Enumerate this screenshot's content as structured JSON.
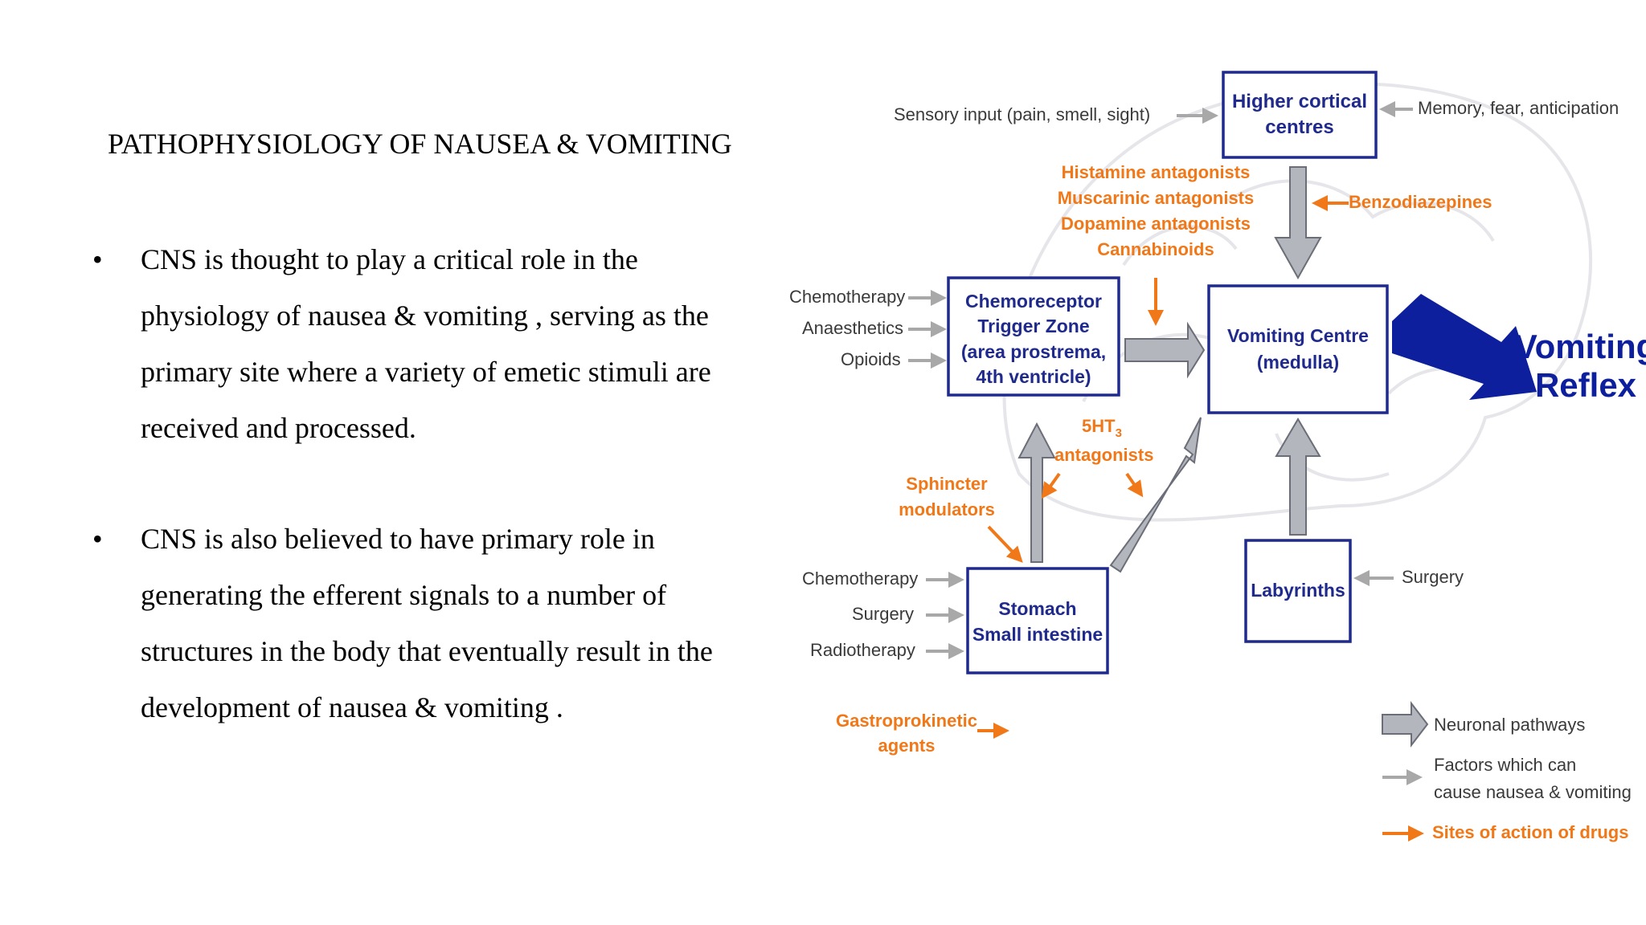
{
  "slide": {
    "title": "PATHOPHYSIOLOGY OF NAUSEA & VOMITING",
    "bullets": [
      {
        "marker": "•",
        "text": "CNS is thought to play a critical role in the physiology of nausea & vomiting , serving as the primary site where a variety of emetic stimuli are received and processed."
      },
      {
        "marker": "•",
        "text": "CNS is also believed to have primary role in generating the efferent signals to a number of structures in the body that eventually result in the development of nausea & vomiting ."
      }
    ]
  },
  "diagram": {
    "colors": {
      "box_border": "#1f2a8c",
      "box_text": "#1f2a8c",
      "drug_sites": "#f07818",
      "neuronal_arrow": "#b4b6bd",
      "factor_text": "#3a3a3a"
    },
    "boxes": {
      "higher_cortical": [
        "Higher cortical",
        "centres"
      ],
      "ctz": [
        "Chemoreceptor",
        "Trigger Zone",
        "(area prostrema,",
        "4th ventricle)"
      ],
      "vomiting_centre": [
        "Vomiting Centre",
        "(medulla)"
      ],
      "stomach": [
        "Stomach",
        "Small intestine"
      ],
      "labyrinths": [
        "Labyrinths"
      ]
    },
    "reflex": [
      "Vomiting",
      "Reflex"
    ],
    "factors": {
      "sensory": "Sensory input (pain, smell, sight)",
      "memory": "Memory, fear, anticipation",
      "ctz_inputs": [
        "Chemotherapy",
        "Anaesthetics",
        "Opioids"
      ],
      "gi_inputs": [
        "Chemotherapy",
        "Surgery",
        "Radiotherapy"
      ],
      "labyrinth_input": "Surgery"
    },
    "drugs": {
      "central": [
        "Histamine antagonists",
        "Muscarinic antagonists",
        "Dopamine antagonists",
        "Cannabinoids"
      ],
      "benzodiazepines": "Benzodiazepines",
      "ht3": [
        "5HT",
        "3",
        "antagonists"
      ],
      "sphincter": [
        "Sphincter",
        "modulators"
      ],
      "gastroprokinetic": [
        "Gastroprokinetic",
        "agents"
      ]
    },
    "legend": {
      "neuronal": "Neuronal pathways",
      "factors": [
        "Factors which can",
        "cause nausea & vomiting"
      ],
      "sites": "Sites of action of drugs"
    }
  }
}
